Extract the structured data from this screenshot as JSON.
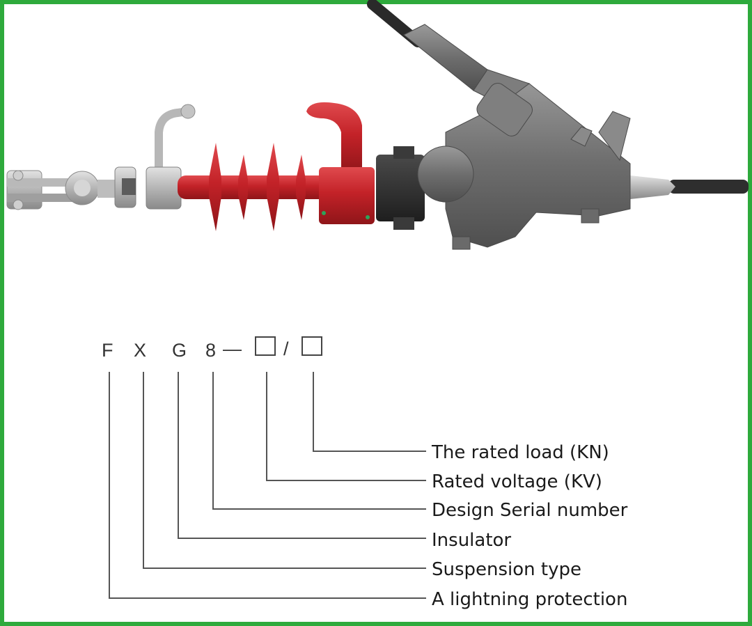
{
  "code": {
    "letters": [
      "F",
      "X",
      "G",
      "8"
    ],
    "dash": "—",
    "slash": "/"
  },
  "labels": {
    "rated_load": "The rated load (KN)",
    "rated_voltage": "Rated voltage (KV)",
    "design_serial": "Design Serial number",
    "insulator": "Insulator",
    "suspension": "Suspension type",
    "lightning": "A lightning protection"
  },
  "colors": {
    "border": "#2eaa3c",
    "insulator": "#c0262c",
    "housing": "#6b6b6b",
    "fitting": "#a9a9a9"
  }
}
